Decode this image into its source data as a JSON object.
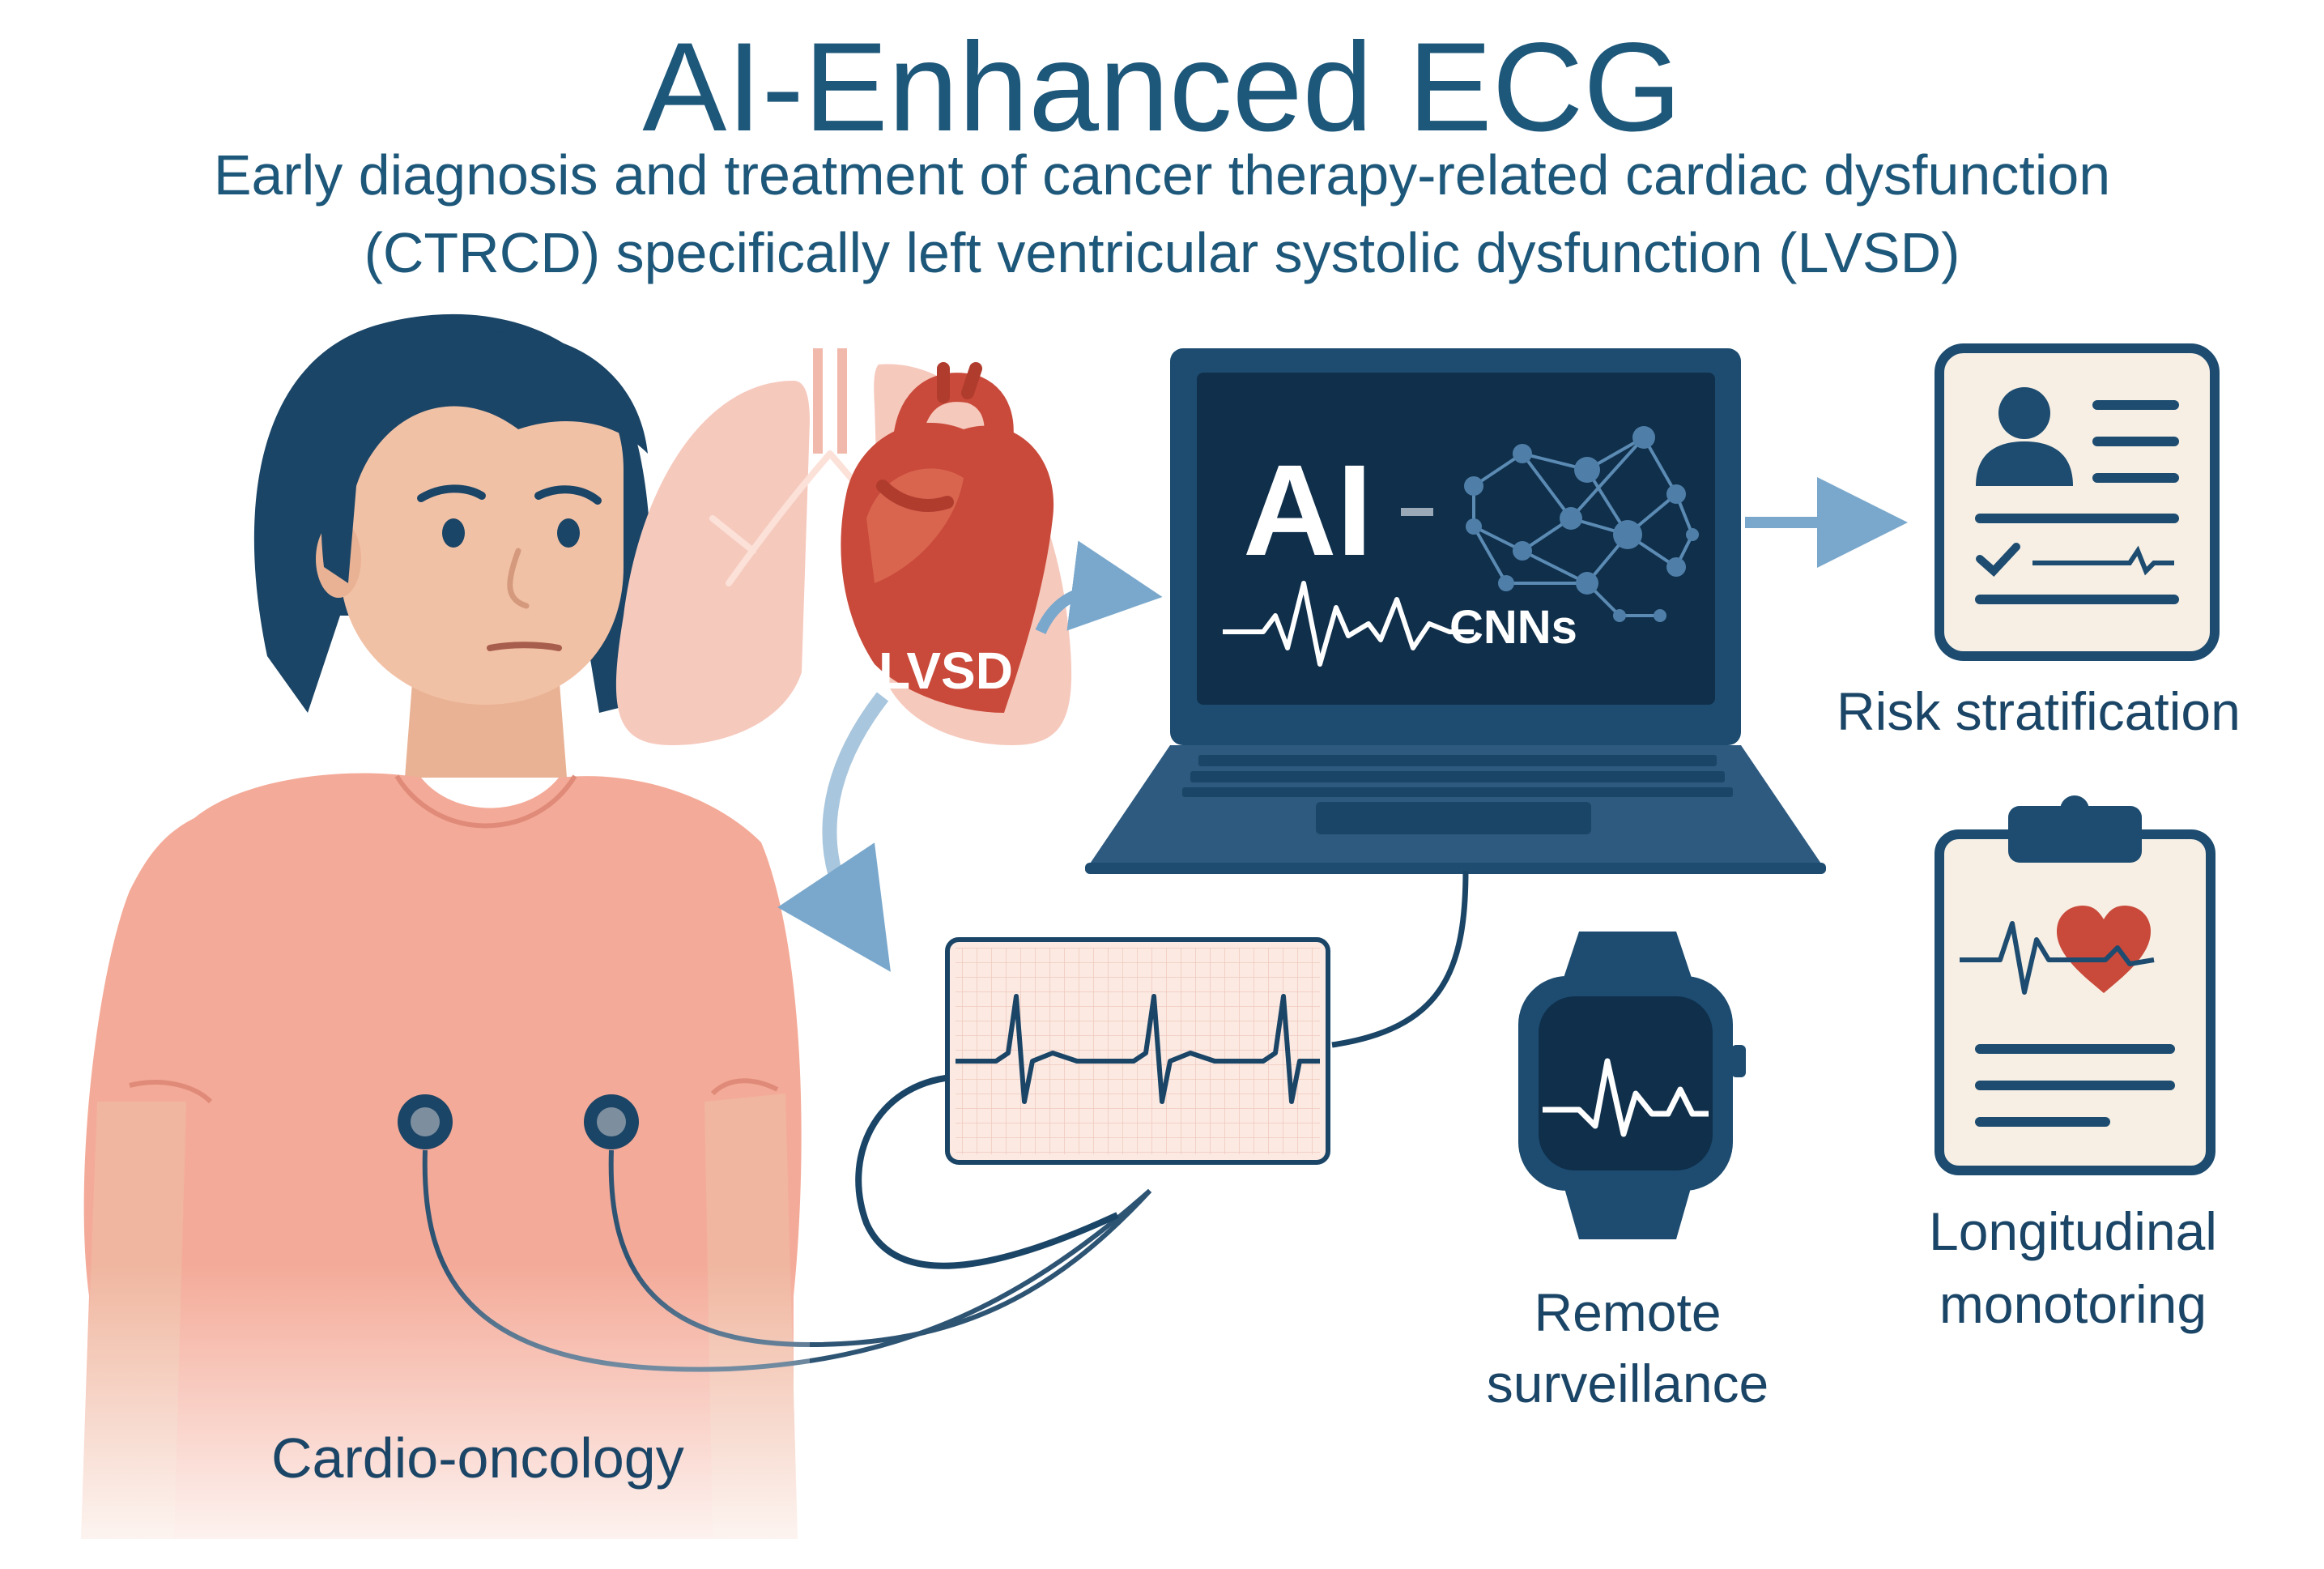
{
  "header": {
    "title": "AI-Enhanced ECG",
    "subtitle_line1": "Early diagnosis and treatment of cancer therapy-related cardiac dysfunction",
    "subtitle_line2": "(CTRCD) specifically left ventricular systolic dysfunction (LVSD)"
  },
  "heart": {
    "label": "LVSD"
  },
  "laptop": {
    "ai_label": "AI",
    "cnn_label": "CNNs"
  },
  "labels": {
    "risk": "Risk stratification",
    "remote_line1": "Remote",
    "remote_line2": "surveillance",
    "longitudinal_line1": "Longitudinal",
    "longitudinal_line2": "monotoring",
    "patient": "Cardio-oncology"
  },
  "colors": {
    "navy": "#1b4566",
    "title_blue": "#1d577a",
    "skin": "#f1c1a6",
    "shirt": "#f4aa98",
    "heart_red": "#c94a3a",
    "lung_pink": "#f6c9bd",
    "arrow_blue": "#7aa8cc",
    "paper": "#f7efe4"
  },
  "icons": [
    "woman-patient-illustration",
    "lungs-icon",
    "heart-icon",
    "laptop-icon",
    "neural-network-icon",
    "ecg-waveform-icon",
    "ecg-monitor-icon",
    "smartwatch-icon",
    "patient-record-icon",
    "clipboard-heart-icon",
    "arrow-icon"
  ]
}
